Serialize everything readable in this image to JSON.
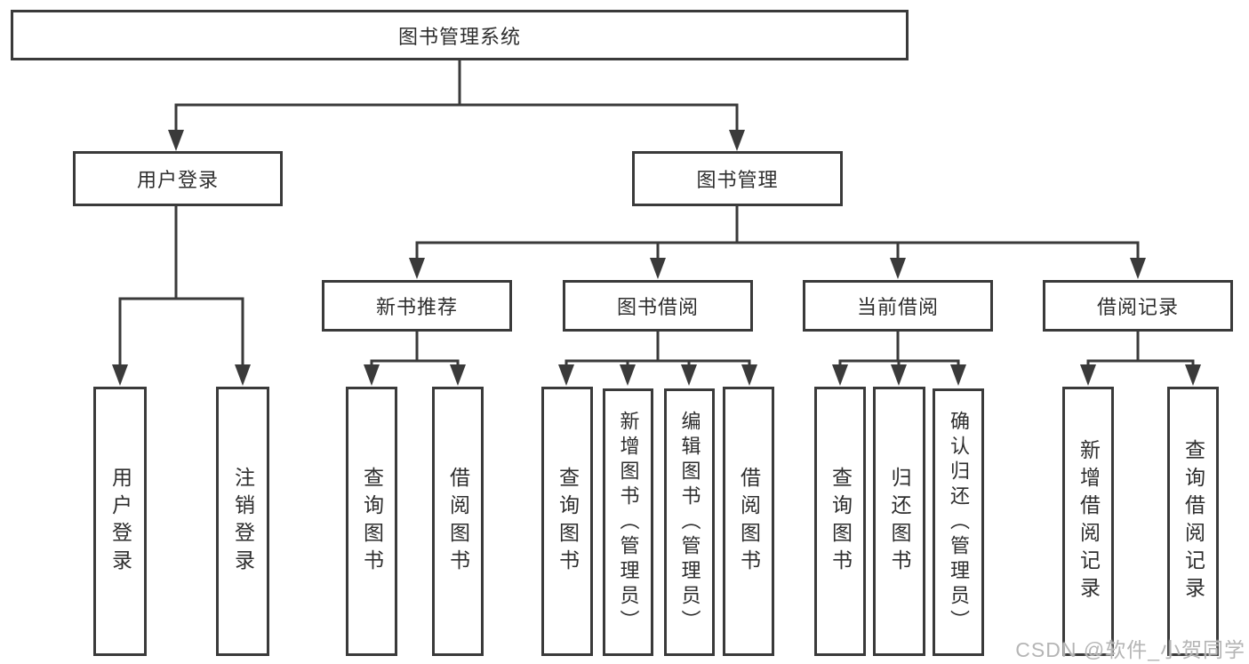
{
  "tree": {
    "root": {
      "label": "图书管理系统"
    },
    "branches": [
      {
        "label": "用户登录",
        "leaves": [
          {
            "label": "用户登录"
          },
          {
            "label": "注销登录"
          }
        ]
      },
      {
        "label": "图书管理",
        "groups": [
          {
            "label": "新书推荐",
            "leaves": [
              {
                "label": "查询图书"
              },
              {
                "label": "借阅图书"
              }
            ]
          },
          {
            "label": "图书借阅",
            "leaves": [
              {
                "label": "查询图书"
              },
              {
                "label": "新增图书（管理员）"
              },
              {
                "label": "编辑图书（管理员）"
              },
              {
                "label": "借阅图书"
              }
            ]
          },
          {
            "label": "当前借阅",
            "leaves": [
              {
                "label": "查询图书"
              },
              {
                "label": "归还图书"
              },
              {
                "label": "确认归还（管理员）"
              }
            ]
          },
          {
            "label": "借阅记录",
            "leaves": [
              {
                "label": "新增借阅记录"
              },
              {
                "label": "查询借阅记录"
              }
            ]
          }
        ]
      }
    ]
  },
  "colors": {
    "line": "#3a3a3a",
    "text": "#2e2e2e",
    "box_background": "#ffffff",
    "watermark": "#b5b5b5"
  },
  "watermark": "CSDN @软件_小贺同学"
}
